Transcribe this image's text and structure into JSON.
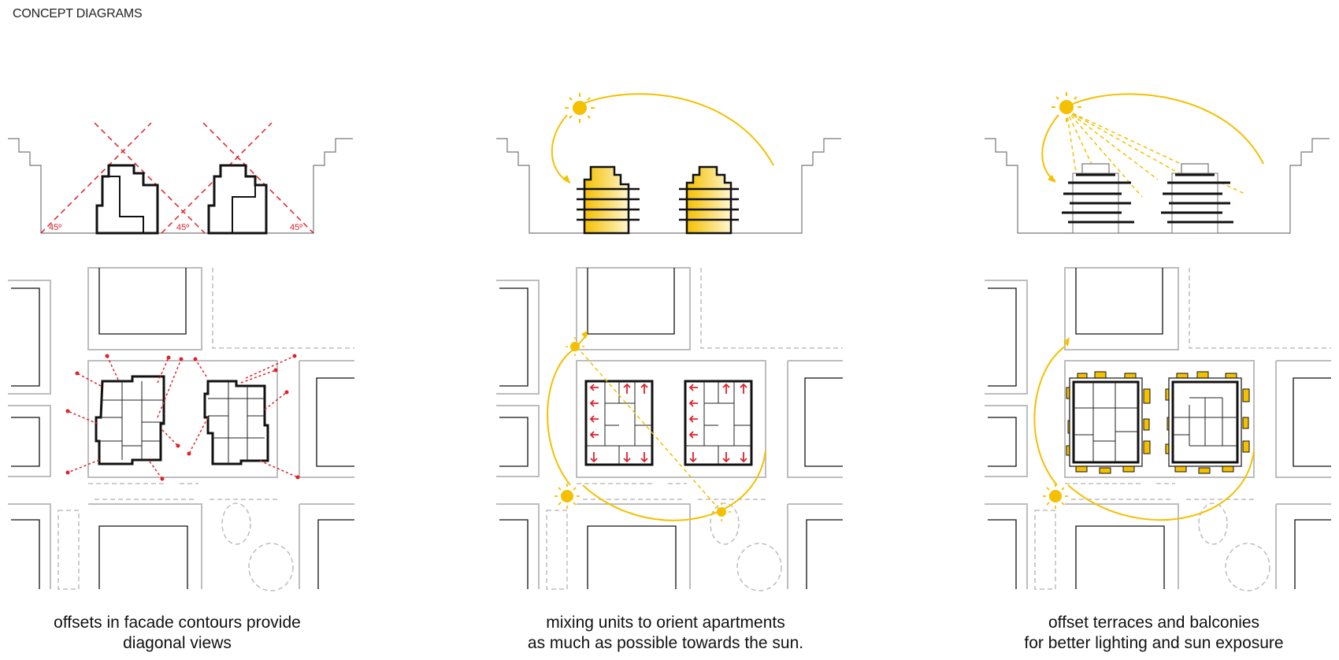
{
  "header": {
    "title": "CONCEPT DIAGRAMS"
  },
  "colors": {
    "accent_sun": "#f4c000",
    "view_red": "#e0202a",
    "ink": "#111111",
    "context_grey": "#b8b8b8"
  },
  "panels": [
    {
      "id": "diagonal-views",
      "angle_labels": [
        "45º",
        "45º",
        "45º"
      ],
      "caption": [
        "offsets in facade contours provide",
        "diagonal views"
      ]
    },
    {
      "id": "sun-orientation",
      "caption": [
        "mixing units to orient apartments",
        "as much as possible towards the sun."
      ]
    },
    {
      "id": "terraces",
      "caption": [
        "offset terraces and balconies",
        "for better lighting and sun exposure"
      ]
    }
  ]
}
